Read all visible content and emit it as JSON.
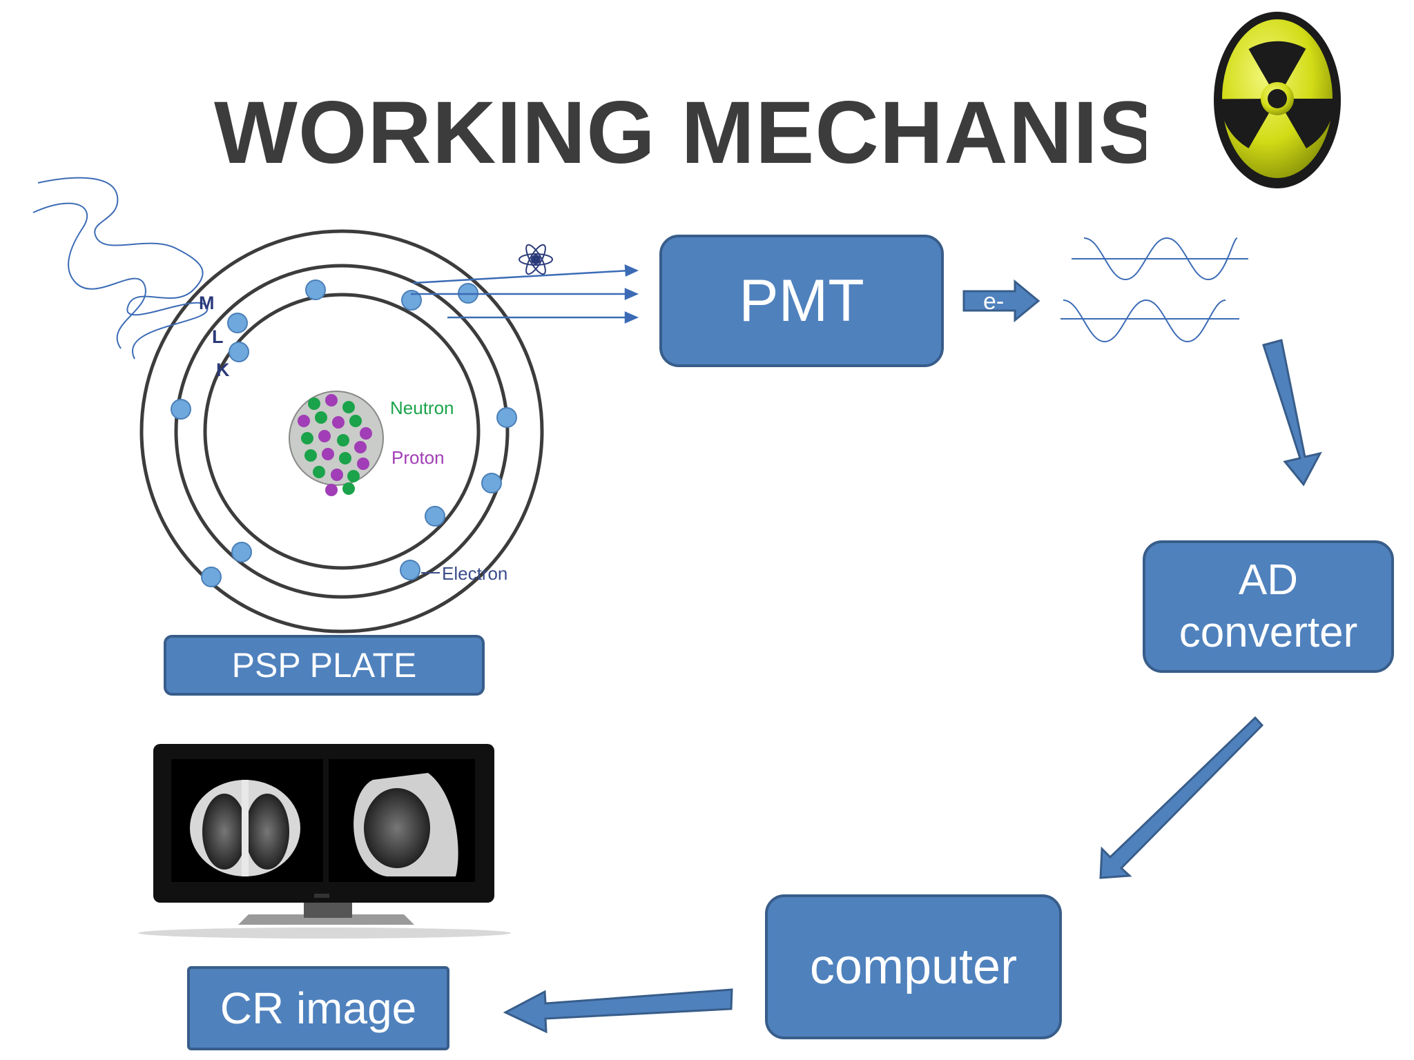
{
  "title": "WORKING MECHANISI",
  "boxes": {
    "pmt": "PMT",
    "ad_line1": "AD",
    "ad_line2": "converter",
    "computer": "computer",
    "psp_plate": "PSP PLATE",
    "cr_image": "CR image"
  },
  "atom_labels": {
    "neutron": "Neutron",
    "proton": "Proton",
    "electron": "Electron",
    "shell_m": "M",
    "shell_l": "L",
    "shell_k": "K"
  },
  "electron_label": "e-",
  "colors": {
    "box_fill": "#4f81bd",
    "box_border": "#385d8a",
    "title_text": "#3c3c3c",
    "arrow_line": "#3b6bb5",
    "neutron": "#1aa34a",
    "proton": "#a13db6",
    "electron_dot": "#6fa8dc",
    "radiation_yellow": "#d7e21a"
  },
  "icons": {
    "radiation": "radiation-hazard-icon",
    "atom": "atom-icon",
    "monitor": "monitor-xray-icon"
  }
}
